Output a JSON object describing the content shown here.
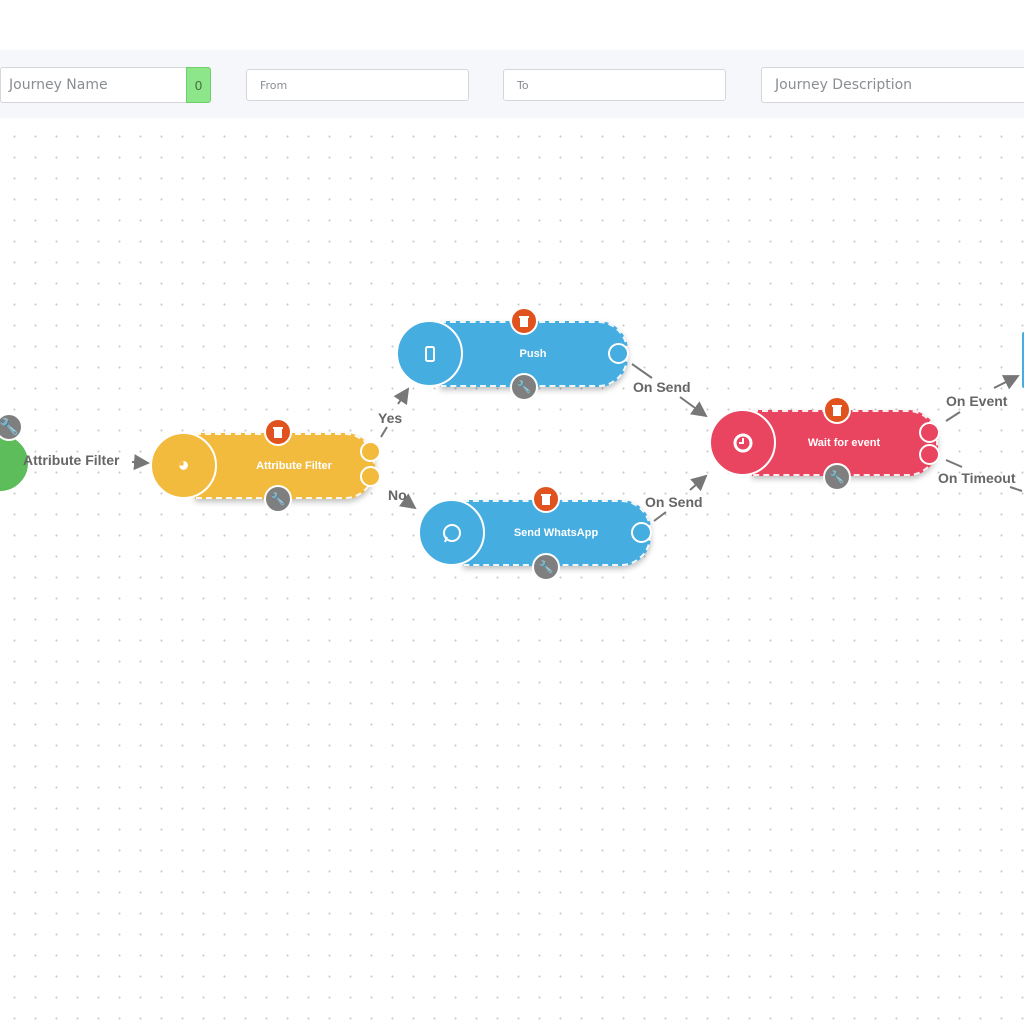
{
  "header": {
    "journey_name_placeholder": "Journey Name",
    "journey_name_count": "0",
    "from_placeholder": "From",
    "to_placeholder": "To",
    "description_placeholder": "Journey Description"
  },
  "colors": {
    "start": "#5cbd5a",
    "filter": "#f2bb3e",
    "channel": "#45ade0",
    "wait": "#e94560",
    "trash": "#e0531f",
    "wrench": "#7f7f7f"
  },
  "nodes": {
    "attribute_filter": {
      "label": "Attribute Filter",
      "icon": "pie-chart-icon"
    },
    "push": {
      "label": "Push",
      "icon": "mobile-icon"
    },
    "whatsapp": {
      "label": "Send WhatsApp",
      "icon": "whatsapp-icon"
    },
    "wait": {
      "label": "Wait for event",
      "icon": "clock-icon"
    }
  },
  "edges": {
    "start_to_filter": "Attribute Filter",
    "yes": "Yes",
    "no": "No",
    "push_send": "On Send",
    "whatsapp_send": "On Send",
    "on_event": "On Event",
    "on_timeout": "On Timeout"
  }
}
